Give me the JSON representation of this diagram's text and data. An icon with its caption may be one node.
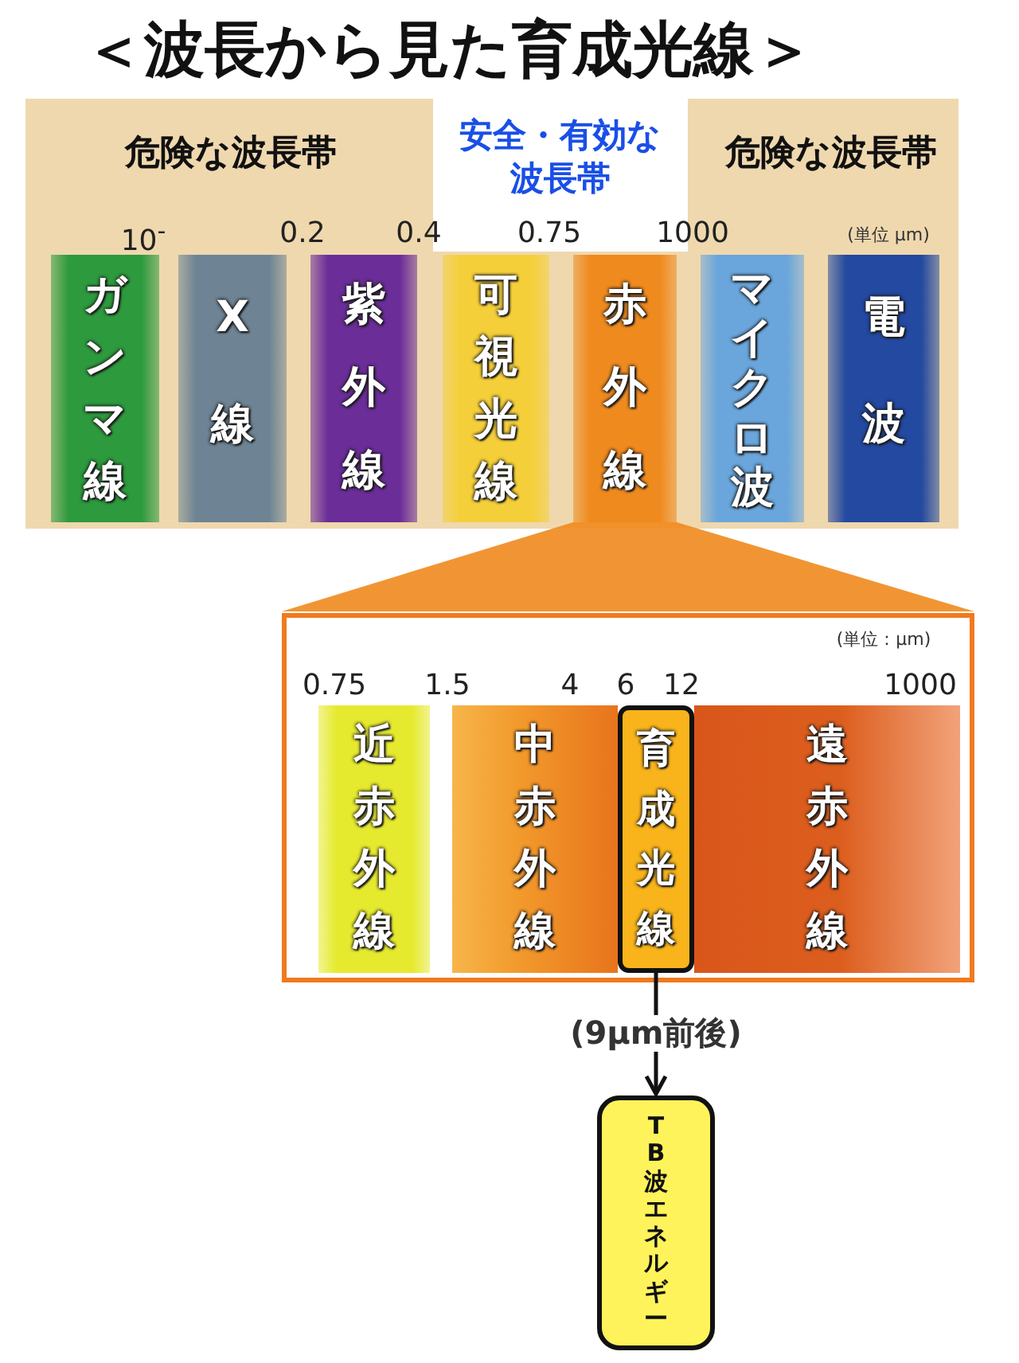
{
  "diagram": {
    "title": "＜波長から見た育成光線＞",
    "nodes": [
      {
        "text": [],
        "shape": "box"
      },
      {
        "text": [
          "ガンマ線"
        ],
        "in": 0
      },
      {
        "text": [
          "X線"
        ],
        "in": 0
      },
      {
        "text": [
          "紫外線"
        ],
        "in": 0
      },
      {
        "text": [
          "可視光線"
        ],
        "in": 0
      },
      {
        "text": [
          "赤外線"
        ],
        "in": 0
      },
      {
        "text": [
          "マイクロ波"
        ],
        "in": 0
      },
      {
        "text": [
          "電波"
        ],
        "in": 0
      },
      {
        "text": [],
        "shape": "box"
      },
      {
        "text": [
          "近赤外線"
        ],
        "in": 8
      },
      {
        "text": [
          "中赤外線"
        ],
        "in": 8
      },
      {
        "text": [
          "育成光線"
        ],
        "in": 8
      },
      {
        "text": [
          "遠赤外線"
        ],
        "in": 8
      },
      {
        "text": [
          "TB波エネルギー"
        ]
      }
    ],
    "edges": [
      {
        "from": 5,
        "to": 8,
        "arrow": "none",
        "style": "thick",
        "color": "#f08a1e"
      },
      {
        "from": 11,
        "to": 13,
        "arrow": "to",
        "label": "(9μm前後)"
      }
    ],
    "labels": [
      "危険な波長帯",
      "安全・有効な波長帯",
      "危険な波長帯",
      "10$^{-}$",
      "0.2",
      "0.4",
      "0.75",
      "1000",
      "(単位 μm)",
      "(単位：μm)",
      "0.75",
      "1.5",
      "4",
      "6",
      "12",
      "1000"
    ]
  }
}
